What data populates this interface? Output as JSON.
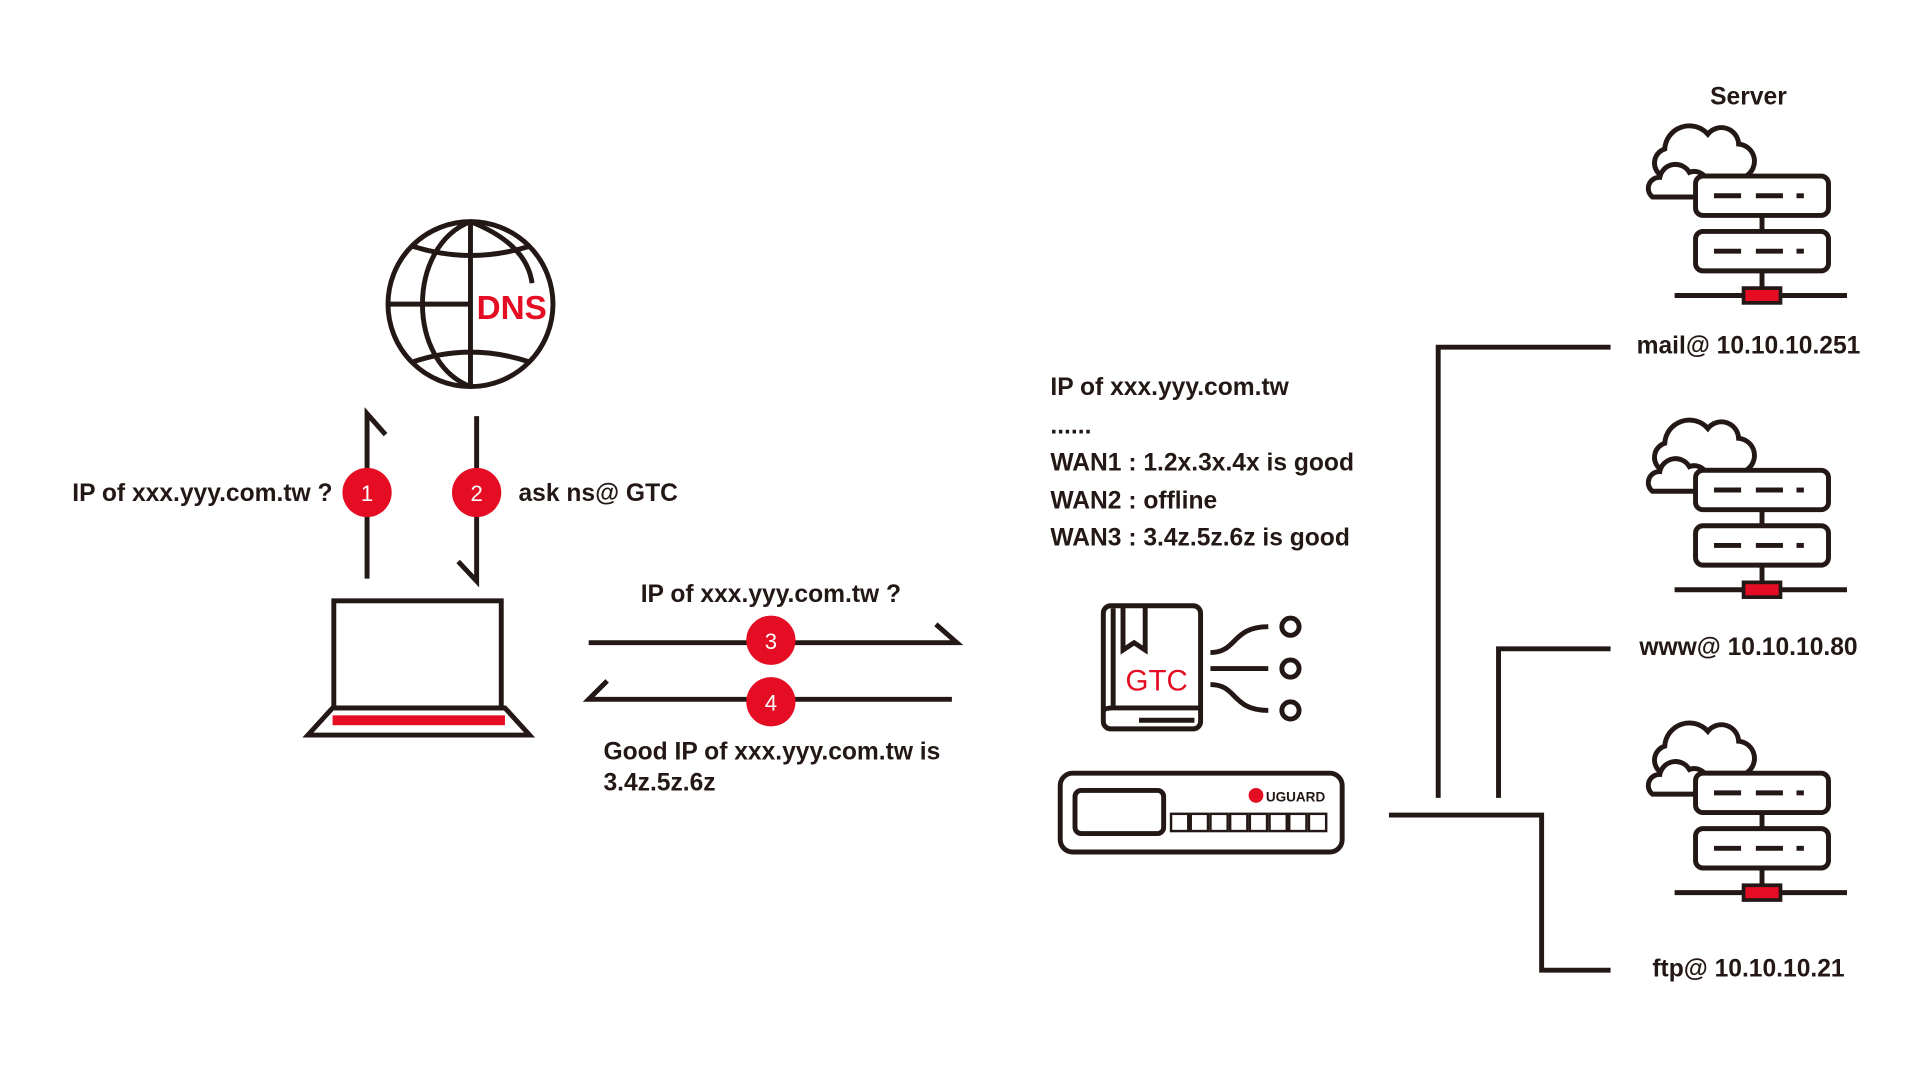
{
  "colors": {
    "accent": "#e50d23",
    "ink": "#231815"
  },
  "dns": {
    "label": "DNS",
    "icon": "globe-icon"
  },
  "client": {
    "icon": "laptop-icon"
  },
  "steps": [
    {
      "number": "1",
      "label": "IP of xxx.yyy.com.tw ?"
    },
    {
      "number": "2",
      "label": "ask ns@ GTC"
    },
    {
      "number": "3",
      "label": "IP of xxx.yyy.com.tw ?"
    },
    {
      "number": "4",
      "label_line1": "Good IP of xxx.yyy.com.tw is",
      "label_line2": "3.4z.5z.6z"
    }
  ],
  "gtc": {
    "book_label": "GTC",
    "lines": [
      "IP of xxx.yyy.com.tw",
      "......",
      "WAN1 : 1.2x.3x.4x is good",
      "WAN2 : offline",
      "WAN3 : 3.4z.5z.6z is good"
    ]
  },
  "device": {
    "brand": "UGUARD",
    "ports": 8
  },
  "servers": {
    "title": "Server",
    "items": [
      {
        "label": "mail@ 10.10.10.251"
      },
      {
        "label": "www@ 10.10.10.80"
      },
      {
        "label": "ftp@ 10.10.10.21"
      }
    ]
  }
}
